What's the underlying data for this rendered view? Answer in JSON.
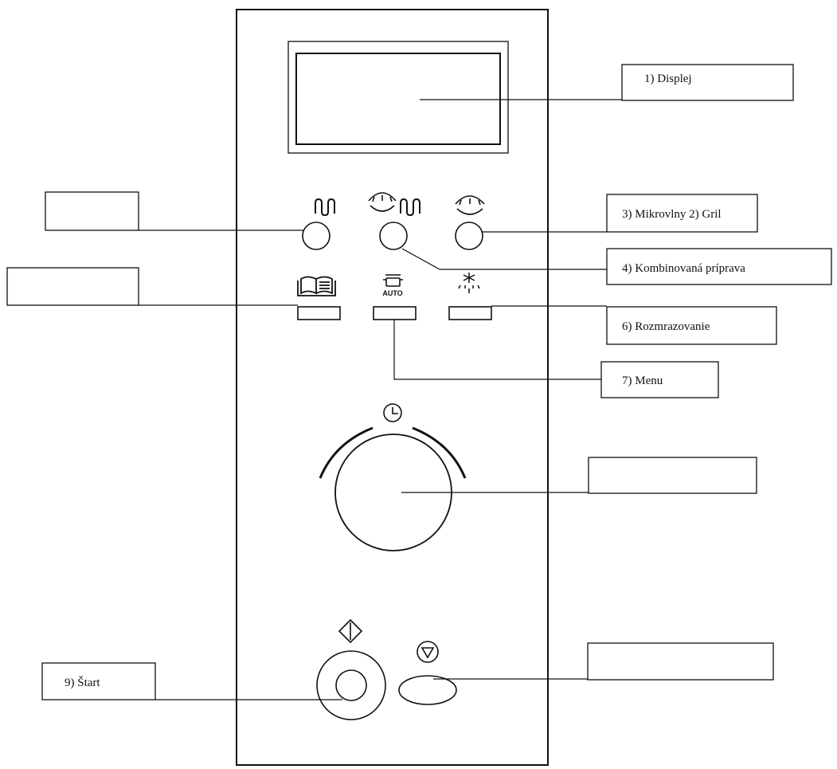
{
  "callouts": [
    {
      "id": "display",
      "text": "1)  Displej"
    },
    {
      "id": "microwave-grill",
      "text": "3)  Mikrovlny 2)  Gril"
    },
    {
      "id": "combination",
      "text": "4)  Kombinovaná príprava"
    },
    {
      "id": "defrost",
      "text": "6)  Rozmrazovanie"
    },
    {
      "id": "menu",
      "text": "7)  Menu"
    },
    {
      "id": "start",
      "text": "9)  Štart"
    },
    {
      "id": "blank-left-upper",
      "text": ""
    },
    {
      "id": "blank-left-lower",
      "text": ""
    },
    {
      "id": "blank-dial",
      "text": ""
    },
    {
      "id": "blank-stop",
      "text": ""
    }
  ],
  "panel": {
    "auto_label": "AUTO"
  }
}
